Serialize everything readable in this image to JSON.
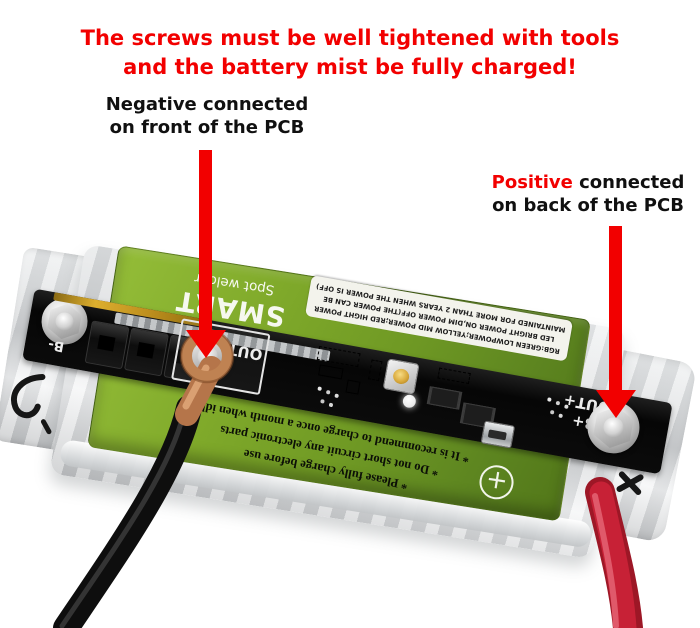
{
  "warning": {
    "line1": "The screws must be well tightened with tools",
    "line2": "and the battery mist be fully charged!"
  },
  "callouts": {
    "negative": {
      "line1": "Negative connected",
      "line2": "on front of the PCB"
    },
    "positive": {
      "highlight": "Positive",
      "rest": "connected",
      "line2": "on back of the PCB"
    }
  },
  "device": {
    "brand": "SMART",
    "product": "Spot welder",
    "info_label": [
      "RGB:GREEN LOWPOWER;YELLOW MID POWER;RED HIGHT POWER",
      "LED BRIGHT POWER ON,DIM POWER OFF(THE POWER CAN BE",
      "MAINTAINED FOR MORE THAN 2 YEARS WHEN THE POWER IS OFF)"
    ],
    "terminals": {
      "b_minus": "B-",
      "out_minus": "OUT-",
      "b_plus": "B+",
      "out_plus": "OUT+"
    },
    "care_notes": [
      "*  Please fully charge before use",
      "*  Do not short circuit any electronic parts",
      "*  It is recommend to charge once a month when idle"
    ],
    "plus_symbol": "+"
  },
  "colors": {
    "accent_red": "#f20000",
    "pcb_green": "#7fa92a",
    "wire_red": "#c72136",
    "copper": "#bf8252",
    "gold_busbar": "#c9981f",
    "foil_silver": "#d5d7d9"
  }
}
